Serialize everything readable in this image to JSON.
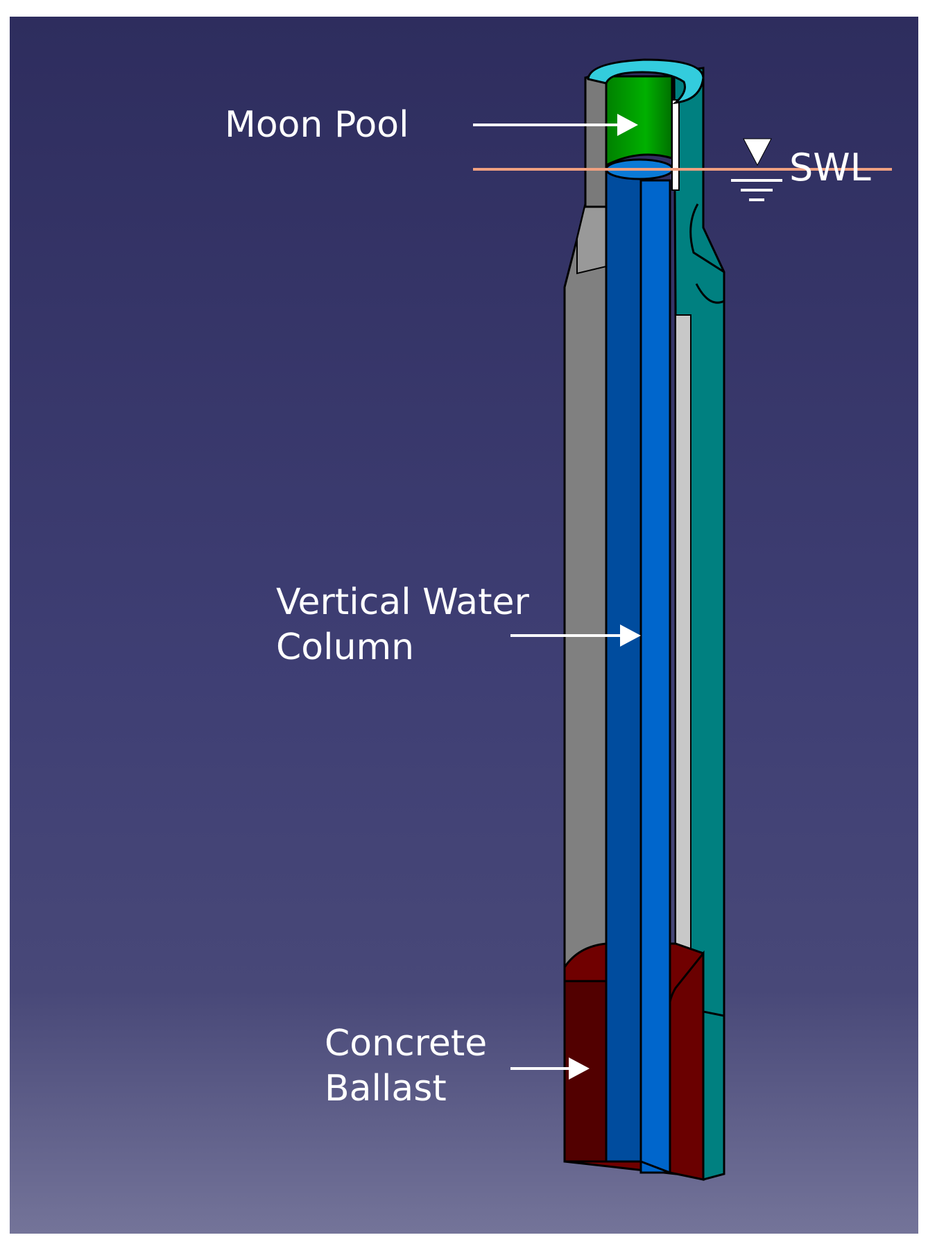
{
  "labels": {
    "moon_pool": "Moon Pool",
    "water_column_line1": "Vertical Water",
    "water_column_line2": "Column",
    "ballast_line1": "Concrete",
    "ballast_line2": "Ballast",
    "swl": "SWL"
  },
  "colors": {
    "background_top": "#2e2d5e",
    "background_mid": "#3f3f74",
    "background_bottom": "#747499",
    "outer_shell": "#008080",
    "inner_wall": "#808080",
    "moon_pool": "#00a000",
    "water_column_dark": "#004c9e",
    "water_column_light": "#0066cc",
    "ballast": "#700000",
    "ballast_dark": "#520000",
    "rim": "#33ccdd",
    "swl_line": "#f0a080"
  }
}
